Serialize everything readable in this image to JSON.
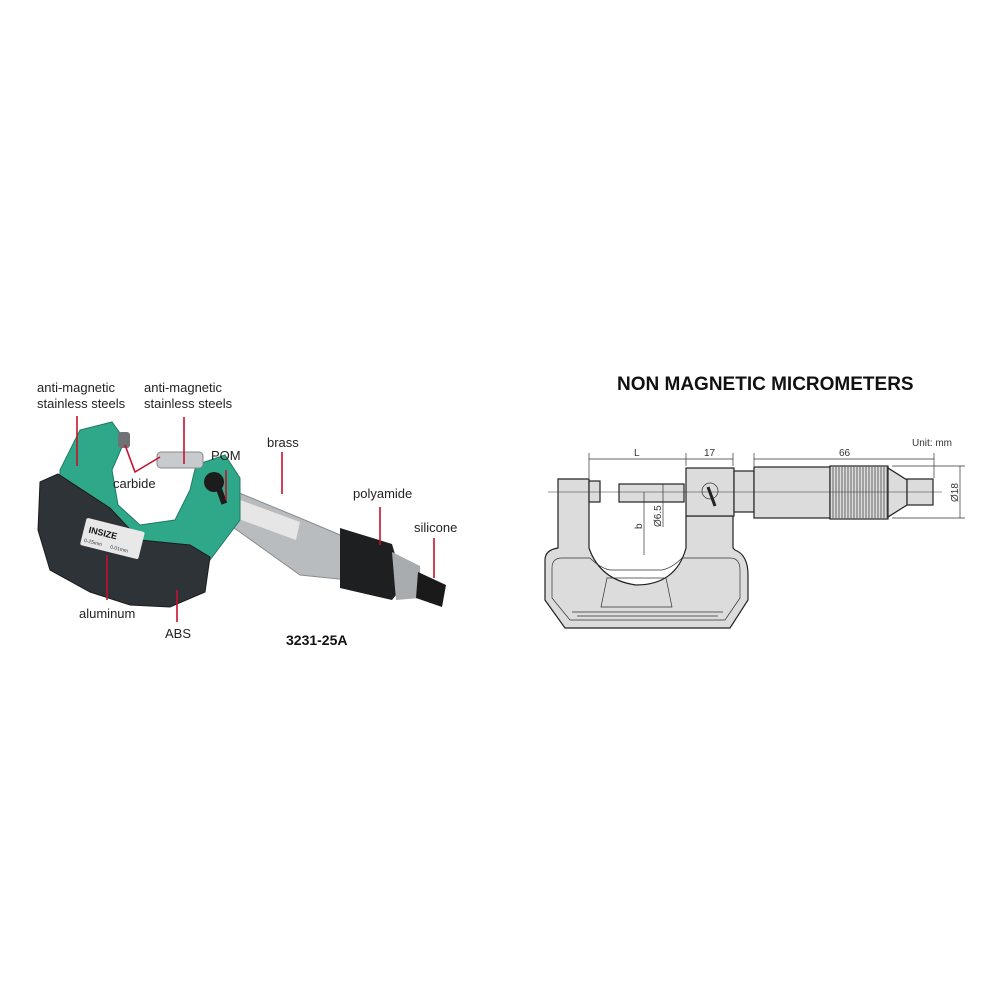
{
  "photo": {
    "labels": {
      "frame_material": [
        "anti-magnetic",
        "stainless steels"
      ],
      "spindle_material": [
        "anti-magnetic",
        "stainless steels"
      ],
      "tips": "carbide",
      "lock": "POM",
      "sleeve": "brass",
      "thimble_grip": "polyamide",
      "ratchet": "silicone",
      "nameplate": "aluminum",
      "frame_cover": "ABS"
    },
    "nameplate_brand": "INSIZE",
    "nameplate_range": "0-25mm",
    "nameplate_resolution": "0.01mm",
    "model": "3231-25A",
    "colors": {
      "frame": "#2fa88a",
      "cover": "#2e3338",
      "leader": "#c8102e"
    }
  },
  "drawing": {
    "title": "NON MAGNETIC MICROMETERS",
    "unit": "Unit: mm",
    "dims": {
      "L": "L",
      "width_17": "17",
      "length_66": "66",
      "dia_18": "Ø18",
      "dia_6_5": "Ø6.5",
      "b": "b"
    }
  }
}
